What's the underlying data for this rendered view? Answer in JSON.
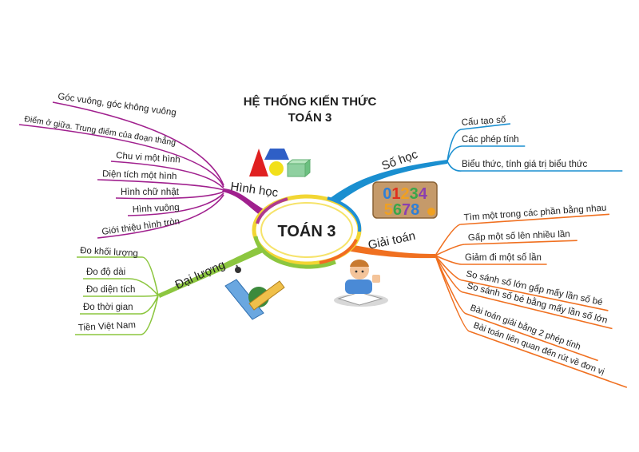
{
  "title": {
    "line1": "HỆ THỐNG KIẾN THỨC",
    "line2": "TOÁN 3",
    "line1_color": "#1f4fa3",
    "line2_color": "#e0301e"
  },
  "center": {
    "label": "TOÁN 3",
    "text_color": "#e03020",
    "ring_colors": [
      "#f2d633",
      "#8cc63f",
      "#1f8fd6",
      "#f26b21",
      "#b03a8c"
    ]
  },
  "branches": {
    "hinh_hoc": {
      "label": "Hình học",
      "color": "#a0208e",
      "items": [
        "Góc vuông, góc không vuông",
        "Điểm ở giữa. Trung điểm của đoạn thẳng",
        "Chu vi một hình",
        "Diện tích một hình",
        "Hình chữ nhật",
        "Hình vuông",
        "Giới thiệu hình tròn"
      ]
    },
    "so_hoc": {
      "label": "Số học",
      "color": "#1a8fd0",
      "items": [
        "Cấu tạo số",
        "Các phép tính",
        "Biểu thức, tính giá trị biểu thức"
      ]
    },
    "dai_luong": {
      "label": "Đại lượng",
      "color": "#8cc63f",
      "items": [
        "Đo khối lượng",
        "Đo độ dài",
        "Đo diện tích",
        "Đo thời gian",
        "Tiền Việt Nam"
      ]
    },
    "giai_toan": {
      "label": "Giải toán",
      "color": "#f07020",
      "items": [
        "Tìm một trong các phần bằng nhau",
        "Gấp một số lên nhiều lần",
        "Giảm đi một số lần",
        "So sánh số lớn gấp mấy lần số bé",
        "So sánh số bé bằng mấy lần số lớn",
        "Bài toán giải bằng 2 phép tính",
        "Bài toán liên quan đến rút về đơn vị"
      ]
    }
  },
  "number_board": {
    "row1": "01234",
    "row2": "5678",
    "digit_colors": [
      "#2f7fd6",
      "#e0301e",
      "#f0a020",
      "#3aa64a",
      "#8a3fb0"
    ]
  },
  "icons": [
    "shapes-icon",
    "number-board-icon",
    "ruler-compass-icon",
    "reading-child-icon"
  ]
}
